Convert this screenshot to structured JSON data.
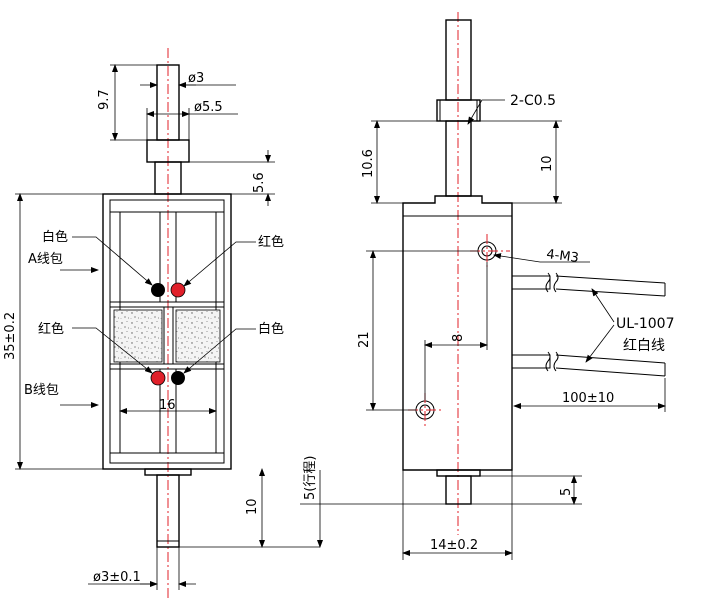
{
  "colors": {
    "line": "#000000",
    "centerline": "#e0202a",
    "black_dot": "#000000",
    "red_dot": "#e0202a",
    "background": "#ffffff"
  },
  "left_view": {
    "dim_shaft_dia": "ø3",
    "dim_collar_dia": "ø5.5",
    "dim_shaft_len": "9.7",
    "dim_collar_top": "5.6",
    "dim_height": "35±0.2",
    "dim_inner_width": "16",
    "dim_bottom_len": "10",
    "dim_bottom_dia": "ø3±0.1",
    "label_white_top": "白色",
    "label_red_top": "红色",
    "label_coil_a": "A线包",
    "label_red_bottom": "红色",
    "label_white_bottom": "白色",
    "label_coil_b": "B线包"
  },
  "right_view": {
    "dim_chamfer": "2-C0.5",
    "dim_top_left": "10.6",
    "dim_top_right": "10",
    "dim_thread": "4-M3",
    "dim_hole_spacing": "21",
    "dim_hole_offset": "8",
    "dim_wire_type": "UL-1007",
    "dim_wire_color": "红白线",
    "dim_wire_len": "100±10",
    "dim_stroke": "5(行程)",
    "dim_stub": "5",
    "dim_width": "14±0.2"
  }
}
